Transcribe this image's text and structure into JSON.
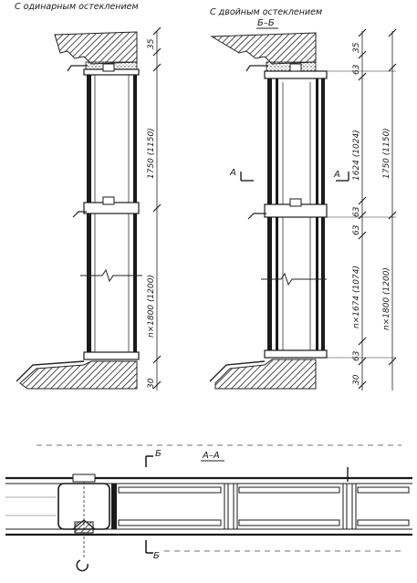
{
  "headings": {
    "single_glazing": "С одинарным остеклением",
    "double_glazing": "С двойным остеклением",
    "section_bb": "Б–Б",
    "section_aa": "А–А"
  },
  "section_marks": {
    "a_left": "А",
    "a_right": "А",
    "b_top": "Б",
    "b_bottom": "Б"
  },
  "left_dimensions": {
    "top": "35",
    "upper_panel": "1750 (1150)",
    "lower_panel": "n×1800 (1200)",
    "bottom": "30"
  },
  "right_dimensions": {
    "top_35": "35",
    "top_63": "63",
    "inner_upper": "1624 (1024)",
    "outer_upper": "1750 (1150)",
    "mid_63": "63",
    "mid_63b": "63",
    "inner_lower": "n×1674 (1074)",
    "outer_lower": "n×1800 (1200)",
    "bottom_63": "63",
    "bottom_30": "30"
  }
}
